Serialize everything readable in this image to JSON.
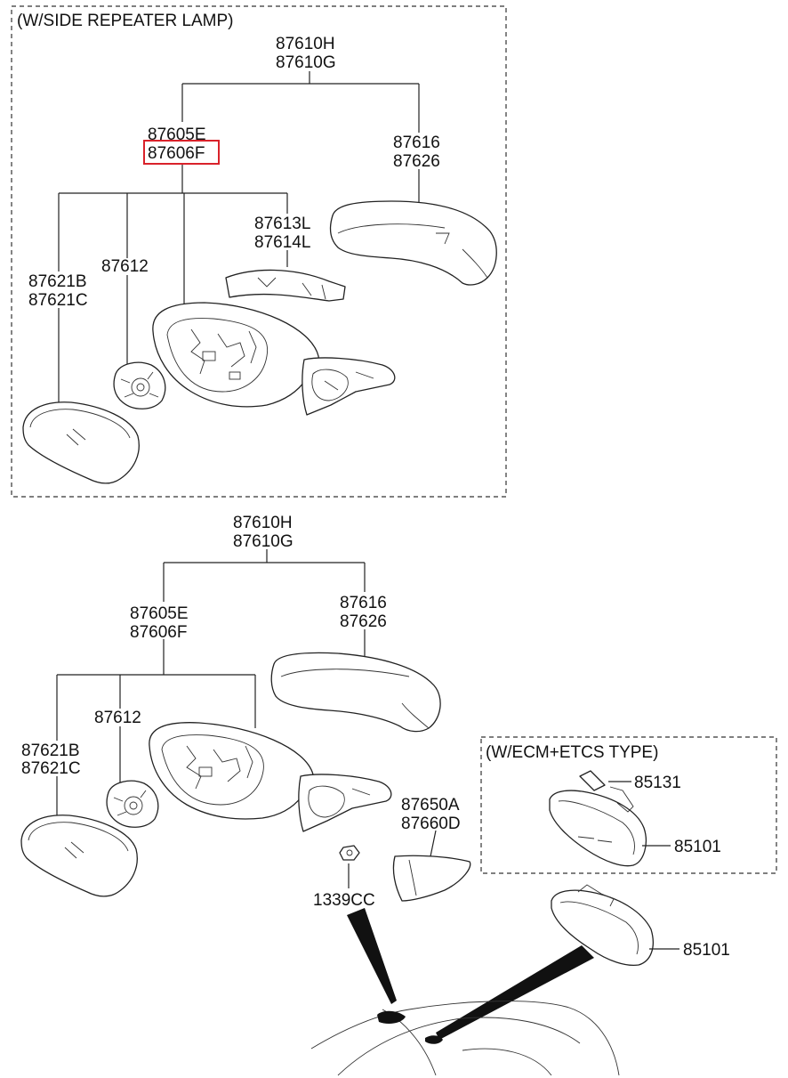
{
  "variant_top": {
    "title": "(W/SIDE REPEATER LAMP)"
  },
  "variant_bottom": {
    "title": "(W/ECM+ETCS TYPE)"
  },
  "labels": {
    "t_assy_1": "87610H",
    "t_assy_2": "87610G",
    "t_mirror_1": "87605E",
    "t_mirror_2": "87606F",
    "t_cover_1": "87616",
    "t_cover_2": "87626",
    "t_lamp_1": "87613L",
    "t_lamp_2": "87614L",
    "t_actuator": "87612",
    "t_glass_1": "87621B",
    "t_glass_2": "87621C",
    "b_assy_1": "87610H",
    "b_assy_2": "87610G",
    "b_mirror_1": "87605E",
    "b_mirror_2": "87606F",
    "b_cover_1": "87616",
    "b_cover_2": "87626",
    "b_actuator": "87612",
    "b_glass_1": "87621B",
    "b_glass_2": "87621C",
    "b_garnish_1": "87650A",
    "b_garnish_2": "87660D",
    "b_nut": "1339CC",
    "ecm_sensor": "85131",
    "ecm_mirror": "85101",
    "inside_mirror": "85101"
  },
  "highlight": {
    "part": "87606F",
    "color": "#d9222a"
  }
}
